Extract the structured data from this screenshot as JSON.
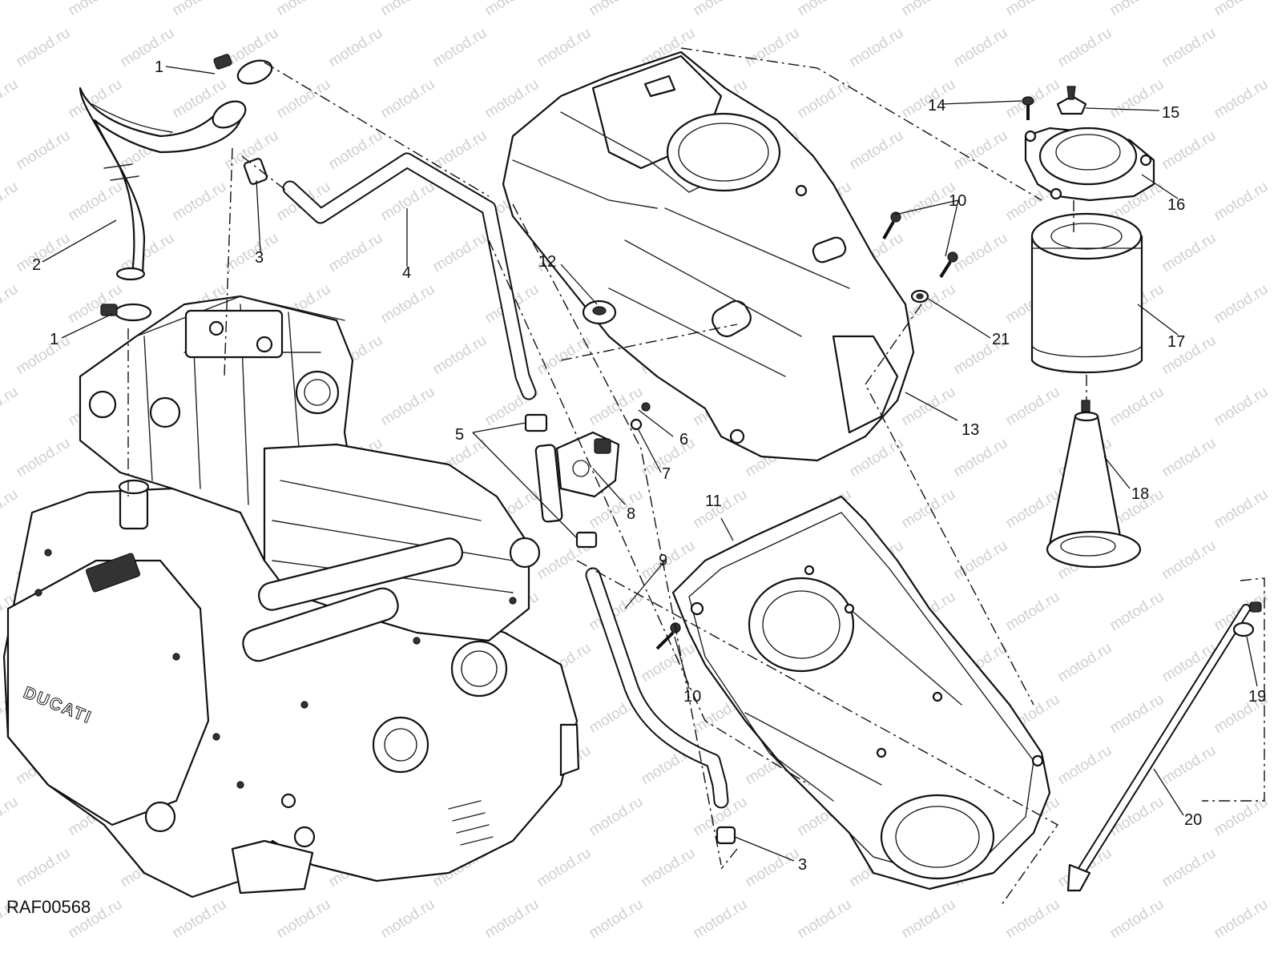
{
  "diagram_code": "RAF00568",
  "watermark_text": "motod.ru",
  "engine_brand": "DUCATI",
  "callouts": [
    "1",
    "2",
    "3",
    "4",
    "5",
    "6",
    "7",
    "8",
    "9",
    "10",
    "11",
    "12",
    "13",
    "14",
    "15",
    "16",
    "17",
    "18",
    "19",
    "20",
    "21"
  ],
  "colors": {
    "line": "#111111",
    "watermark": "#cfcfcf",
    "background": "#ffffff"
  }
}
